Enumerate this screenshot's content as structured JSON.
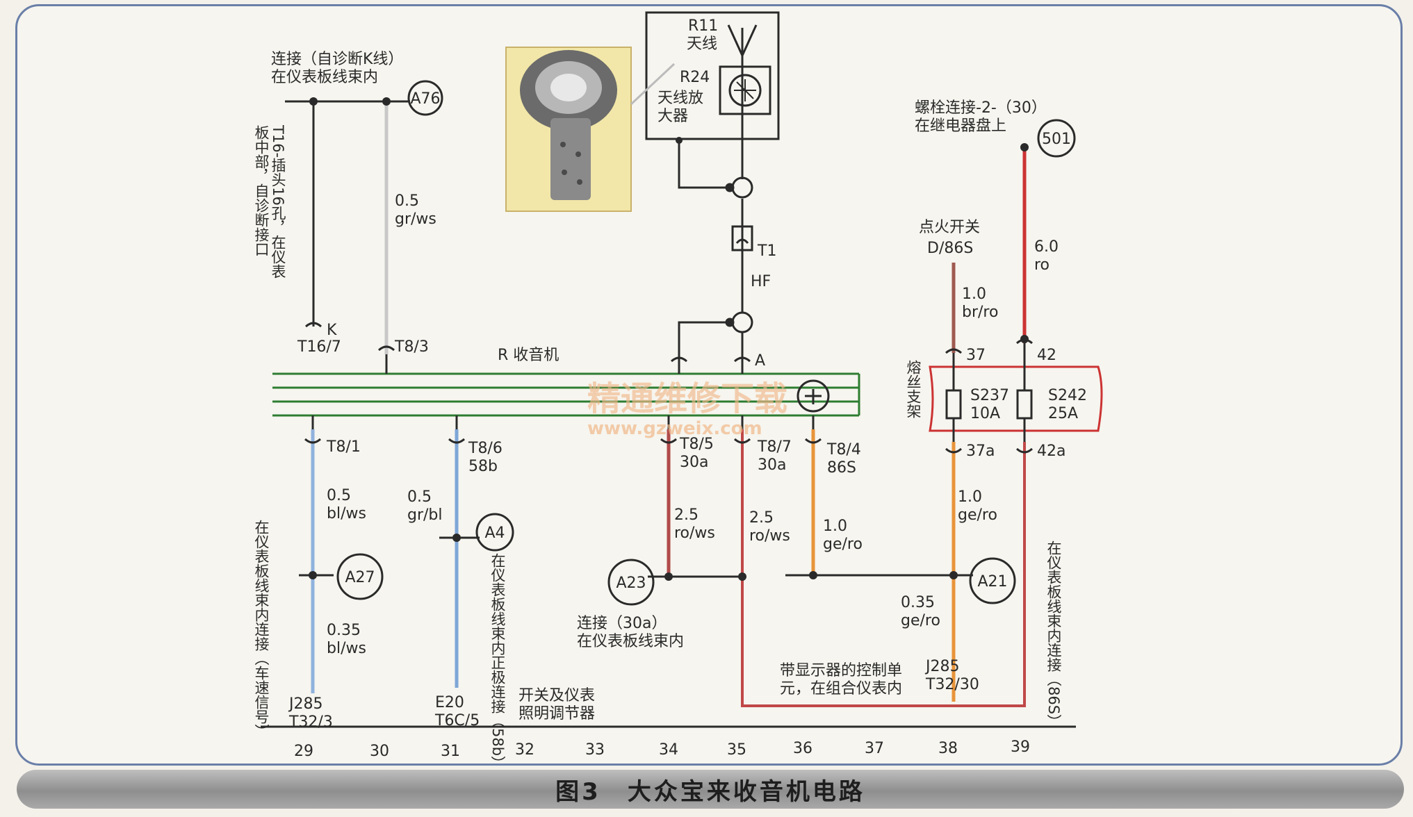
{
  "caption": "图3　大众宝来收音机电路",
  "watermark": {
    "name": "精通维修下载",
    "url": "www.gzweix.com"
  },
  "colors": {
    "gr_ws": "#c8c8c8",
    "bl_ws": "#8fb2dc",
    "gr_bl": "#7fa6d6",
    "ro": "#cc3333",
    "ro_ws": "#b04a4a",
    "ge_ro": "#e8943a",
    "br_ro": "#a05a50",
    "bus": "#2e7d32",
    "frame": "#6a7fa8"
  },
  "labels": {
    "conn_k_line_1": "连接（自诊断K线）",
    "conn_k_line_2": "在仪表板线束内",
    "a76": "A76",
    "t16_desc_1": "T16-插头16孔，在仪表",
    "t16_desc_2": "板中部，自诊断接口",
    "w_05_1": "0.5",
    "w_grws": "gr/ws",
    "k": "K",
    "t16_7": "T16/7",
    "t8_3": "T8/3",
    "r11": "R11",
    "antenna": "天线",
    "r24": "R24",
    "amp_1": "天线放",
    "amp_2": "大器",
    "t1": "T1",
    "hf": "HF",
    "a": "A",
    "radio": "R  收音机",
    "bolt_1": "螺栓连接-2-（30）",
    "bolt_2": "在继电器盘上",
    "c501": "501",
    "ign_1": "点火开关",
    "ign_2": "D/86S",
    "w_10a": "1.0",
    "w_brro": "br/ro",
    "w_60": "6.0",
    "w_ro": "ro",
    "p37": "37",
    "p42": "42",
    "fuse_holder": "熔丝支架",
    "s237": "S237",
    "s237a": "10A",
    "s242": "S242",
    "s242a": "25A",
    "p37a": "37a",
    "p42a": "42a",
    "t8_1": "T8/1",
    "t8_6": "T8/6",
    "b58": "58b",
    "t8_5": "T8/5",
    "a30_1": "30a",
    "t8_7": "T8/7",
    "a30_2": "30a",
    "t8_4": "T8/4",
    "s86": "86S",
    "w_05_2": "0.5",
    "w_blws_1": "bl/ws",
    "w_05_3": "0.5",
    "w_grbl": "gr/bl",
    "w_25_1": "2.5",
    "w_rows_1": "ro/ws",
    "w_25_2": "2.5",
    "w_rows_2": "ro/ws",
    "w_10b": "1.0",
    "w_gero_1": "ge/ro",
    "w_10c": "1.0",
    "w_gero_2": "ge/ro",
    "a4": "A4",
    "a27": "A27",
    "a23": "A23",
    "a21": "A21",
    "speed_desc": "在仪表板线束内连接（车速信号）",
    "a4_desc": "在仪表板线束内正极连接（58b）",
    "s86_desc": "在仪表板线束内连接（86S）",
    "w_035a": "0.35",
    "w_blws_2": "bl/ws",
    "w_035b": "0.35",
    "w_gero_3": "ge/ro",
    "conn30a_1": "连接（30a）",
    "conn30a_2": "在仪表板线束内",
    "j285_a": "J285",
    "t32_3": "T32/3",
    "e20": "E20",
    "t6c_5": "T6C/5",
    "dimmer_1": "开关及仪表",
    "dimmer_2": "照明调节器",
    "ecu_1": "带显示器的控制单",
    "ecu_2": "元，在组合仪表内",
    "j285_b": "J285",
    "t32_30": "T32/30"
  },
  "grid_numbers": [
    "29",
    "30",
    "31",
    "32",
    "33",
    "34",
    "35",
    "36",
    "37",
    "38",
    "39"
  ]
}
